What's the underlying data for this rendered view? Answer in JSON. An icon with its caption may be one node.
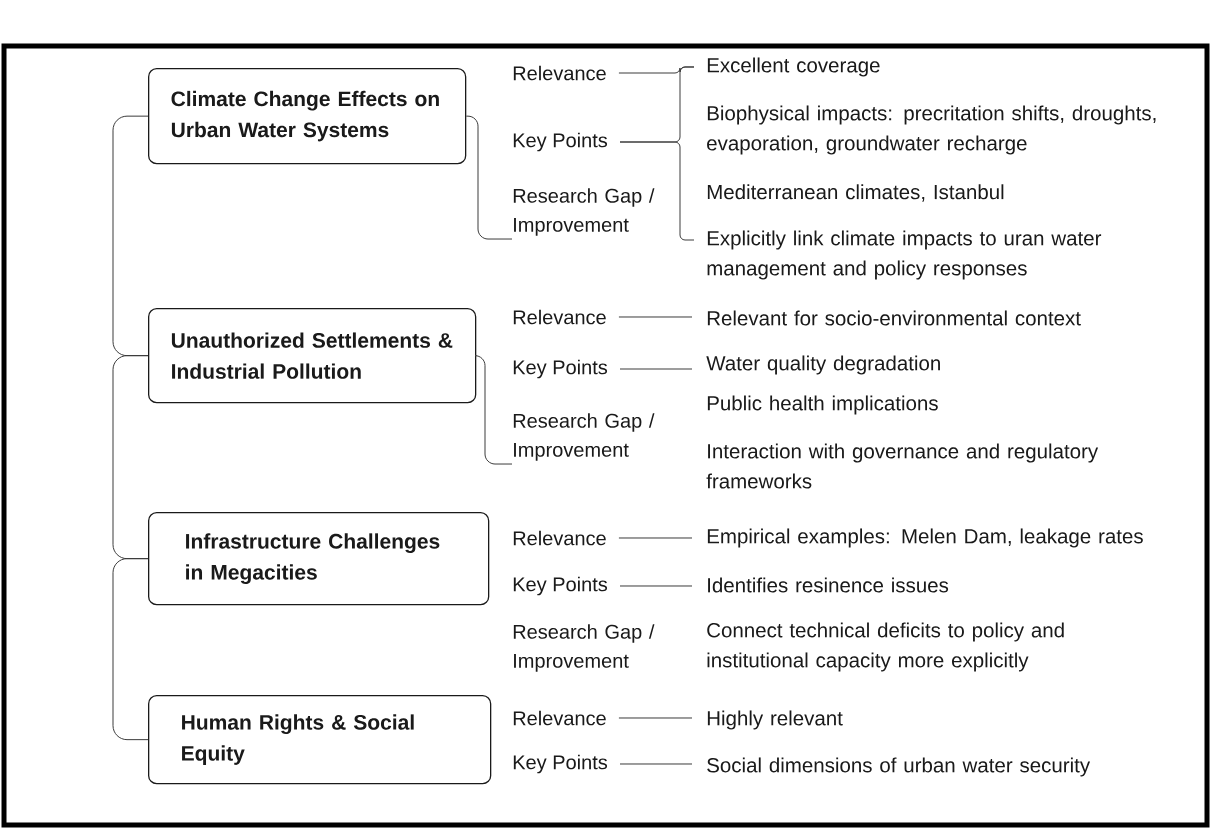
{
  "diagram": {
    "nodes": [
      {
        "text": [
          "Climate Change Effects on Urban Water Systems"
        ]
      },
      {
        "text": [
          "Relevance"
        ]
      },
      {
        "text": [
          "Key Points"
        ]
      },
      {
        "text": [
          "Research Gap / Improvement"
        ]
      },
      {
        "text": [
          "Excellent coverage"
        ]
      },
      {
        "text": [
          "Explicitly link climate impacts to uran water management and policy responses"
        ]
      },
      {
        "text": [
          "Unauthorized Settlements & Industrial Pollution"
        ]
      },
      {
        "text": [
          "Relevance"
        ]
      },
      {
        "text": [
          "Key Points"
        ]
      },
      {
        "text": [
          "Research Gap / Improvement"
        ]
      },
      {
        "text": [
          "Relevant for socio-environmental context"
        ]
      },
      {
        "text": [
          "Water quality degradation"
        ]
      },
      {
        "text": [
          "Infrastructure Challenges in Megacities"
        ]
      },
      {
        "text": [
          "Relevance"
        ]
      },
      {
        "text": [
          "Key Points"
        ]
      },
      {
        "text": [
          "Empirical examples: Melen Dam, leakage rates"
        ]
      },
      {
        "text": [
          "Identifies resinence issues"
        ]
      },
      {
        "text": [
          "Human Rights & Social Equity"
        ]
      },
      {
        "text": [
          "Relevance"
        ]
      },
      {
        "text": [
          "Key Points"
        ]
      },
      {
        "text": [
          "Highly relevant"
        ]
      },
      {
        "text": [
          "Social dimensions of urban water security"
        ]
      }
    ],
    "edges": [
      {
        "from": 0,
        "to": 6,
        "arrow": "none"
      },
      {
        "from": 6,
        "to": 12,
        "arrow": "none"
      },
      {
        "from": 12,
        "to": 17,
        "arrow": "none"
      },
      {
        "from": 0,
        "to": 3,
        "arrow": "none"
      },
      {
        "from": 1,
        "to": 4,
        "arrow": "none"
      },
      {
        "from": 2,
        "to": 4,
        "arrow": "none"
      },
      {
        "from": 2,
        "to": 5,
        "arrow": "none"
      },
      {
        "from": 6,
        "to": 9,
        "arrow": "none"
      },
      {
        "from": 7,
        "to": 10,
        "arrow": "none"
      },
      {
        "from": 8,
        "to": 11,
        "arrow": "none"
      },
      {
        "from": 13,
        "to": 15,
        "arrow": "none"
      },
      {
        "from": 14,
        "to": 16,
        "arrow": "none"
      },
      {
        "from": 18,
        "to": 20,
        "arrow": "none"
      },
      {
        "from": 19,
        "to": 21,
        "arrow": "none"
      }
    ],
    "labels": [
      "Biophysical impacts: precritation shifts, droughts, evaporation, groundwater recharge",
      "Mediterranean climates, Istanbul",
      "Public health implications",
      "Interaction with governance and regulatory frameworks",
      "Research Gap / Improvement",
      "Connect technical deficits to policy and institutional capacity more explicitly"
    ]
  }
}
